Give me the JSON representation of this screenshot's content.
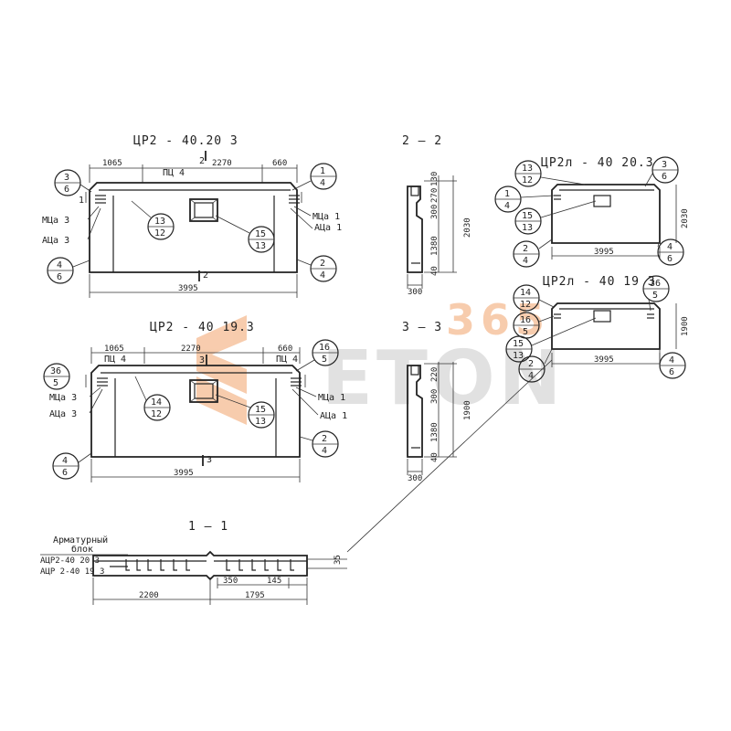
{
  "watermark": {
    "brand": "ETON",
    "number": "365",
    "color": "#f2a36b"
  },
  "views": {
    "crp_2040203": {
      "title": "ЦР2 - 40.20 3",
      "section_mark": "2",
      "dims": {
        "left": "1065",
        "mid": "2270",
        "right": "660",
        "total": "3995"
      },
      "labels": {
        "pc": "ПЦ 4",
        "mts_left": "МЦа 3",
        "ats_left": "АЦа 3",
        "mts_right": "МЦа 1",
        "ats_right": "АЦа 1"
      },
      "bubbles": [
        {
          "id": "b1",
          "top": "3",
          "bot": "6"
        },
        {
          "id": "b2",
          "top": "1",
          "bot": "4"
        },
        {
          "id": "b3",
          "top": "13",
          "bot": "12"
        },
        {
          "id": "b4",
          "top": "15",
          "bot": "13"
        },
        {
          "id": "b5",
          "top": "4",
          "bot": "6"
        },
        {
          "id": "b6",
          "top": "2",
          "bot": "4"
        }
      ]
    },
    "crp_2040193": {
      "title": "ЦР2 - 40 19.3",
      "section_mark": "3",
      "dims": {
        "left": "1065",
        "mid": "2270",
        "right": "660",
        "total": "3995"
      },
      "labels": {
        "pc_left": "ПЦ 4",
        "pc_right": "ПЦ 4",
        "mts_left": "МЦа 3",
        "ats_left": "АЦа 3",
        "mts_right": "МЦа 1",
        "ats_right": "АЦа 1"
      },
      "bubbles": [
        {
          "id": "c1",
          "top": "36",
          "bot": "5"
        },
        {
          "id": "c2",
          "top": "16",
          "bot": "5"
        },
        {
          "id": "c3",
          "top": "14",
          "bot": "12"
        },
        {
          "id": "c4",
          "top": "15",
          "bot": "13"
        },
        {
          "id": "c5",
          "top": "4",
          "bot": "6"
        },
        {
          "id": "c6",
          "top": "2",
          "bot": "4"
        }
      ]
    },
    "section_22": {
      "title": "2 — 2",
      "dims": {
        "a": "130",
        "b": "270",
        "c": "300",
        "d": "1380",
        "e": "40",
        "total": "2030",
        "width": "300"
      }
    },
    "section_33": {
      "title": "3 — 3",
      "dims": {
        "a": "220",
        "c": "300",
        "d": "1380",
        "e": "40",
        "total": "1900",
        "width": "300"
      }
    },
    "crl_2040203": {
      "title": "ЦР2л - 40 20.3",
      "total": "3995",
      "height": "2030",
      "bubbles": [
        {
          "id": "d1",
          "top": "13",
          "bot": "12"
        },
        {
          "id": "d2",
          "top": "3",
          "bot": "6"
        },
        {
          "id": "d3",
          "top": "1",
          "bot": "4"
        },
        {
          "id": "d4",
          "top": "15",
          "bot": "13"
        },
        {
          "id": "d5",
          "top": "2",
          "bot": "4"
        },
        {
          "id": "d6",
          "top": "4",
          "bot": "6"
        }
      ]
    },
    "crl_2040193": {
      "title": "ЦР2л - 40 19 3",
      "total": "3995",
      "height": "1900",
      "bubbles": [
        {
          "id": "e1",
          "top": "14",
          "bot": "12"
        },
        {
          "id": "e2",
          "top": "36",
          "bot": "5"
        },
        {
          "id": "e3",
          "top": "16",
          "bot": "5"
        },
        {
          "id": "e4",
          "top": "15",
          "bot": "13"
        },
        {
          "id": "e5",
          "top": "2",
          "bot": "4"
        },
        {
          "id": "e6",
          "top": "4",
          "bot": "6"
        }
      ]
    },
    "section_11": {
      "title": "1 — 1",
      "label_line1": "Арматурный",
      "label_line2": "блок",
      "code1": "АЦР2-40 20 3",
      "code2": "АЦР 2-40 19 3",
      "dims": {
        "left": "2200",
        "right": "1795",
        "a": "350",
        "b": "145",
        "c": "35"
      }
    }
  }
}
